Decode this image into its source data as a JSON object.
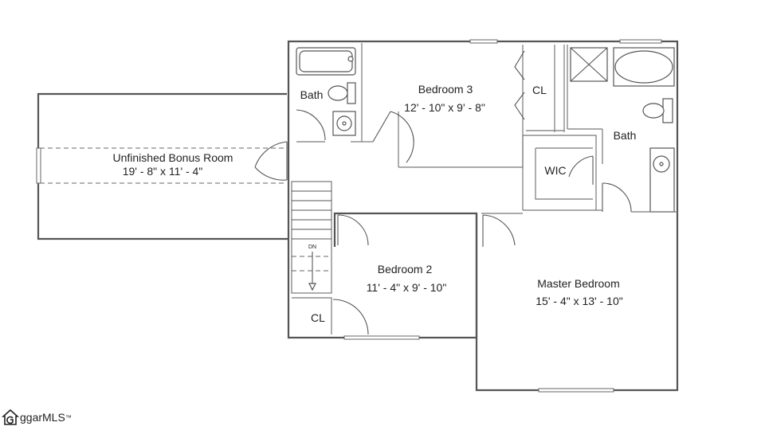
{
  "rooms": {
    "bonus": {
      "name": "Unfinished Bonus Room",
      "dims": "19' - 8\" x 11' - 4\""
    },
    "bedroom3": {
      "name": "Bedroom 3",
      "dims": "12' - 10\" x 9' - 8\""
    },
    "bedroom2": {
      "name": "Bedroom 2",
      "dims": "11' - 4\" x 9' - 10\""
    },
    "master": {
      "name": "Master Bedroom",
      "dims": "15' - 4\" x 13' - 10\""
    },
    "bath_left": {
      "name": "Bath"
    },
    "bath_right": {
      "name": "Bath"
    },
    "closet_b3": {
      "name": "CL"
    },
    "closet_stair": {
      "name": "CL"
    },
    "wic": {
      "name": "WIC"
    }
  },
  "stairs": {
    "direction_label": "DN"
  },
  "logo": {
    "text": "ggarMLS",
    "trademark": "™"
  }
}
